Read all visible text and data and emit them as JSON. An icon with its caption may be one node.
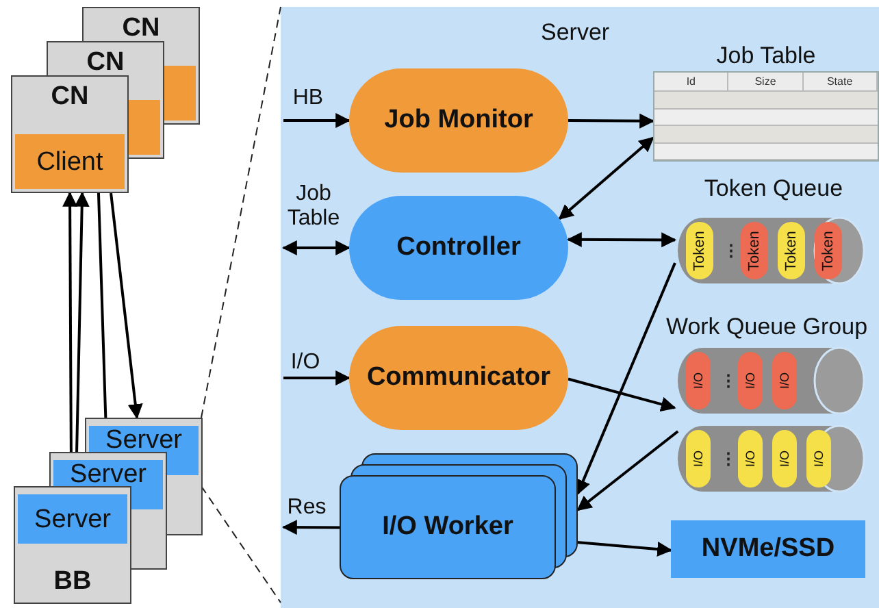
{
  "diagram": {
    "nodes": [
      {
        "text": [
          "CN",
          "CN",
          "CN",
          "Client"
        ]
      },
      {
        "text": [
          "Server",
          "Server",
          "Server",
          "BB"
        ]
      },
      {
        "text": [
          "Server"
        ]
      },
      {
        "text": [
          "Job Monitor"
        ],
        "in": 2
      },
      {
        "text": [
          "Controller"
        ],
        "in": 2
      },
      {
        "text": [
          "Communicator"
        ],
        "in": 2
      },
      {
        "text": [
          "I/O Worker"
        ],
        "in": 2
      },
      {
        "text": [
          "Job Table",
          "Id",
          "Size",
          "State"
        ],
        "in": 2
      },
      {
        "text": [
          "Token Queue",
          "Token",
          "⋮",
          "Token",
          "Token",
          "Token"
        ],
        "in": 2
      },
      {
        "text": [
          "Work Queue Group",
          "I/O",
          "⋮",
          "I/O",
          "I/O"
        ],
        "in": 2
      },
      {
        "text": [
          "I/O",
          "⋮",
          "I/O",
          "I/O",
          "I/O"
        ],
        "in": 2
      },
      {
        "text": [
          "NVMe/SSD"
        ],
        "in": 2
      }
    ],
    "edges": [
      {
        "from": 0,
        "to": 1,
        "arrow": "to"
      },
      {
        "from": 0,
        "to": 1,
        "arrow": "to"
      },
      {
        "from": 0,
        "to": 1,
        "arrow": "both"
      },
      {
        "from": 1,
        "to": 0,
        "arrow": "to"
      },
      {
        "from": null,
        "to": 3,
        "arrow": "to",
        "label": "HB"
      },
      {
        "from": null,
        "to": 4,
        "arrow": "both",
        "label": "Job Table"
      },
      {
        "from": null,
        "to": 5,
        "arrow": "to",
        "label": "I/O"
      },
      {
        "from": 6,
        "to": null,
        "arrow": "to",
        "label": "Res"
      },
      {
        "from": 3,
        "to": 7,
        "arrow": "to"
      },
      {
        "from": 4,
        "to": 7,
        "arrow": "both"
      },
      {
        "from": 4,
        "to": 8,
        "arrow": "both"
      },
      {
        "from": 5,
        "to": 9,
        "arrow": "to"
      },
      {
        "from": 8,
        "to": 6,
        "arrow": "to"
      },
      {
        "from": 10,
        "to": 6,
        "arrow": "to"
      },
      {
        "from": 6,
        "to": 11,
        "arrow": "to"
      },
      {
        "from": 1,
        "to": 2,
        "arrow": "none",
        "style": "dashed"
      },
      {
        "from": 1,
        "to": 2,
        "arrow": "none",
        "style": "dashed"
      }
    ]
  }
}
